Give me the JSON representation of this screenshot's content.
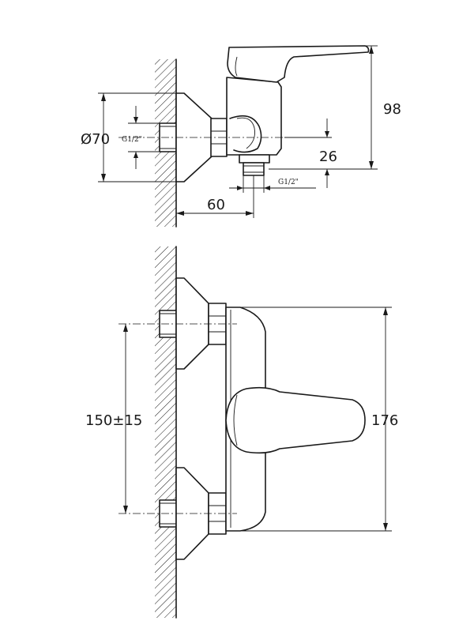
{
  "labels": {
    "diameter": "Ø70",
    "thread_wall": "G1/2\"",
    "thread_outlet": "G1/2\"",
    "height": "98",
    "outlet_offset": "26",
    "depth": "60",
    "center_distance": "150±15",
    "overall_height": "176"
  }
}
